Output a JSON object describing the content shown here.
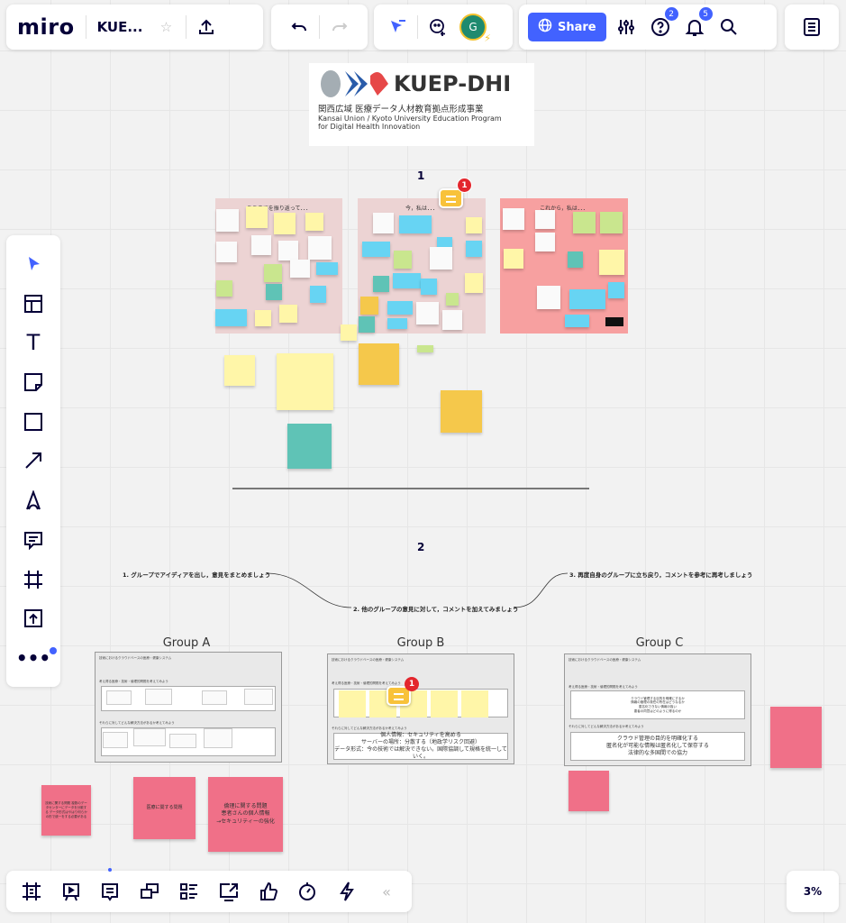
{
  "topbar": {
    "logo": "miro",
    "board_title": "KUE...",
    "share_label": "Share",
    "help_badge": "2",
    "notif_badge": "5",
    "avatar_initial": "G"
  },
  "board": {
    "logo": {
      "brand": "KUEP-DHI",
      "jp": "関西広域 医療データ人材教育拠点形成事業",
      "en1": "Kansai Union / Kyoto University Education Program",
      "en2": "for Digital Health Innovation"
    },
    "section1": "1",
    "section2": "2",
    "frames": [
      "ここまでを振り返って．．．",
      "今，私は．．．",
      "これから，私は．．．"
    ],
    "comment_badge": "1",
    "steps": [
      "1. グループでアイディアを出し，意見をまとめましょう",
      "2. 他のグループの意見に対して，コメントを加えてみましょう",
      "3. 再度自身のグループに立ち戻り，コメントを参考に再考しましょう"
    ],
    "groups": [
      {
        "title": "Group A",
        "heading": "技術におけるクラウドベースの医療・健康システム",
        "q1": "考え得る医療・技術・倫理的問題を考えてみよう",
        "q2": "それらに対してどんな解決方法があるか考えてみよう"
      },
      {
        "title": "Group B",
        "heading": "技術におけるクラウドベースの医療・健康システム",
        "q1": "考え得る医療・技術・倫理的問題を考えてみよう",
        "q2": "それらに対してどんな解決方法があるか考えてみよう",
        "answer": [
          "個人情報：セキュリティを高める",
          "サーバーの場所：分散する（地政学リスク回避）",
          "データ形式：今の技術では解決できない。国際協調して規格を統一していく。"
        ],
        "comment_badge": "1"
      },
      {
        "title": "Group C",
        "heading": "技術におけるクラウドベースの医療・健康システム",
        "q1": "考え得る医療・技術・倫理的問題を考えてみよう",
        "q2": "それらに対してどんな解決方法があるか考えてみよう",
        "problems": [
          "クラウド管理する目的を明確にするか",
          "情報の管理の責任の所在はどうなるか",
          "匿名化できない情報の扱い",
          "患者の同意はどのように得るのか"
        ],
        "answer": [
          "クラウド管理の目的を明確化する",
          "匿名化が可能な情報は匿名化して保存する",
          "法律的な多国間での協力"
        ]
      }
    ],
    "pink_notes": [
      "技術に関する問題 複数のデータセンターにデータを分散する データ形式はやはり何らかの形で統一をする必要がある",
      "医療に関する問題",
      "倫理に関する問題\n患者さんの個人情報\n→セキュリティーの強化"
    ]
  },
  "zoom": "3%",
  "colors": {
    "accent": "#4262ff",
    "frame_pink": "#ecd3d3",
    "frame_red": "#f7a0a0",
    "sticky_pink": "#f07088"
  }
}
